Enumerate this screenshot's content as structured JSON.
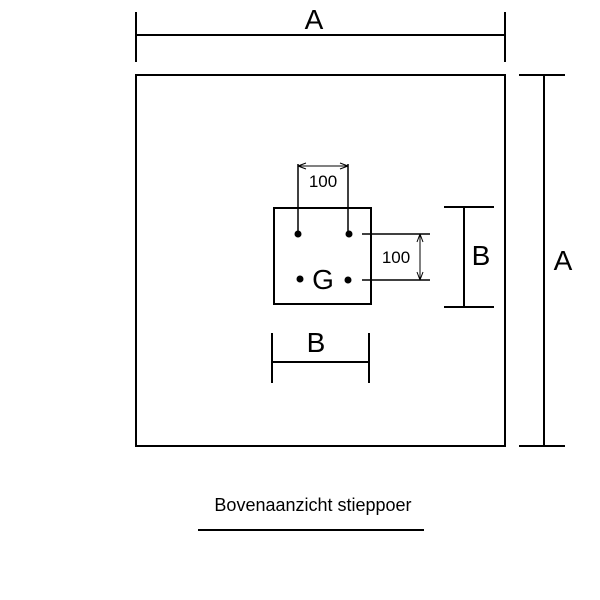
{
  "diagram": {
    "top_dimension_label": "A",
    "right_dimension_label": "A",
    "column_width_label": "B",
    "column_height_label": "B",
    "bolt_spacing_horizontal": "100",
    "bolt_spacing_vertical": "100",
    "center_label": "G",
    "caption": "Bovenaanzicht stieppoer"
  }
}
